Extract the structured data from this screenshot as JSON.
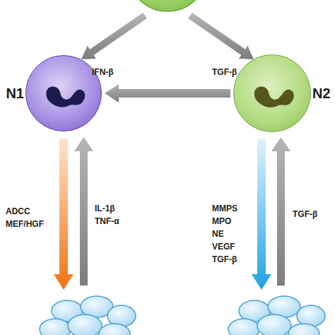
{
  "diagram": {
    "nodes": [
      {
        "text": [
          "N1"
        ]
      },
      {
        "text": [
          "N2"
        ]
      }
    ],
    "edges": [
      {
        "from": 1,
        "to": 0,
        "arrow": "to"
      }
    ],
    "labels": [
      "IFN-β",
      "TGF-β",
      "ADCC",
      "MEF/HGF",
      "IL-1β",
      "TNF-α",
      "MMPS",
      "MPO",
      "NE",
      "VEGF",
      "TGF-β",
      "TGF-β"
    ]
  }
}
